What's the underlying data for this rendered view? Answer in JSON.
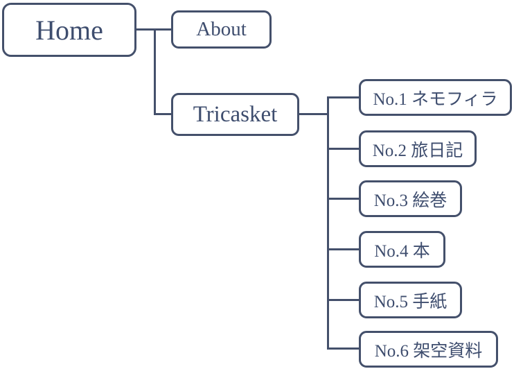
{
  "colors": {
    "line": "#44506b",
    "text": "#3e4d6e",
    "background": "#ffffff"
  },
  "tree": {
    "home": {
      "label": "Home"
    },
    "about": {
      "label": "About"
    },
    "tricasket": {
      "label": "Tricasket",
      "children": [
        {
          "label": "No.1 ネモフィラ"
        },
        {
          "label": "No.2 旅日記"
        },
        {
          "label": "No.3 絵巻"
        },
        {
          "label": "No.4 本"
        },
        {
          "label": "No.5 手紙"
        },
        {
          "label": "No.6 架空資料"
        }
      ]
    }
  }
}
